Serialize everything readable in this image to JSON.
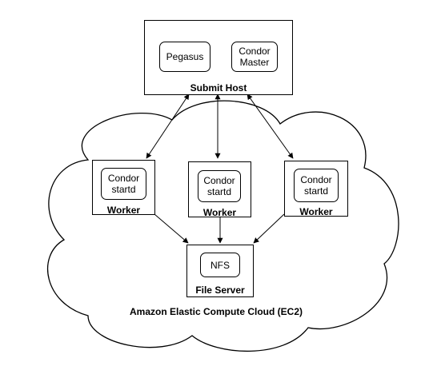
{
  "submit_host": {
    "label": "Submit Host",
    "components": [
      "Pegasus",
      "Condor\nMaster"
    ]
  },
  "workers": [
    {
      "label": "Worker",
      "component": "Condor\nstartd"
    },
    {
      "label": "Worker",
      "component": "Condor\nstartd"
    },
    {
      "label": "Worker",
      "component": "Condor\nstartd"
    }
  ],
  "file_server": {
    "label": "File Server",
    "component": "NFS"
  },
  "cloud": {
    "label": "Amazon Elastic Compute Cloud (EC2)"
  },
  "colors": {
    "stroke": "#000000",
    "fill": "#ffffff"
  }
}
